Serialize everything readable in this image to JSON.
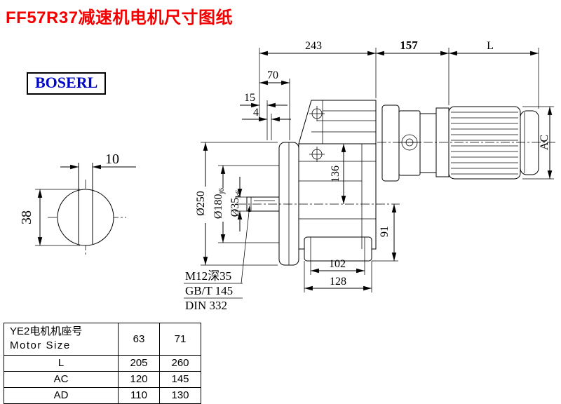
{
  "title": "FF57R37减速机电机尺寸图纸",
  "logo": "BOSERL",
  "drawing": {
    "dims": {
      "top_243": "243",
      "top_157": "157",
      "top_L": "L",
      "offset_70": "70",
      "offset_15": "15",
      "offset_4": "4",
      "key_width": "10",
      "shaft_dia": "38",
      "flange_dia": "Ø250",
      "spigot_main": "Ø180",
      "spigot_tol": "j6",
      "output_main": "Ø35",
      "output_tol": "k6",
      "height_136": "136",
      "height_91": "91",
      "foot_102": "102",
      "foot_128": "128",
      "motor_ac": "AC"
    },
    "notes": {
      "tap": "M12深35",
      "std1": "GB/T 145",
      "std2": "DIN 332"
    }
  },
  "table": {
    "header_cn": "YE2电机机座号",
    "header_en": "Motor Size",
    "sizes": [
      "63",
      "71"
    ],
    "rows": [
      {
        "label": "L",
        "values": [
          "205",
          "260"
        ]
      },
      {
        "label": "AC",
        "values": [
          "120",
          "145"
        ]
      },
      {
        "label": "AD",
        "values": [
          "110",
          "130"
        ]
      }
    ]
  },
  "colors": {
    "title": "#f40000",
    "logo_text": "#0008c8",
    "line": "#000000"
  }
}
